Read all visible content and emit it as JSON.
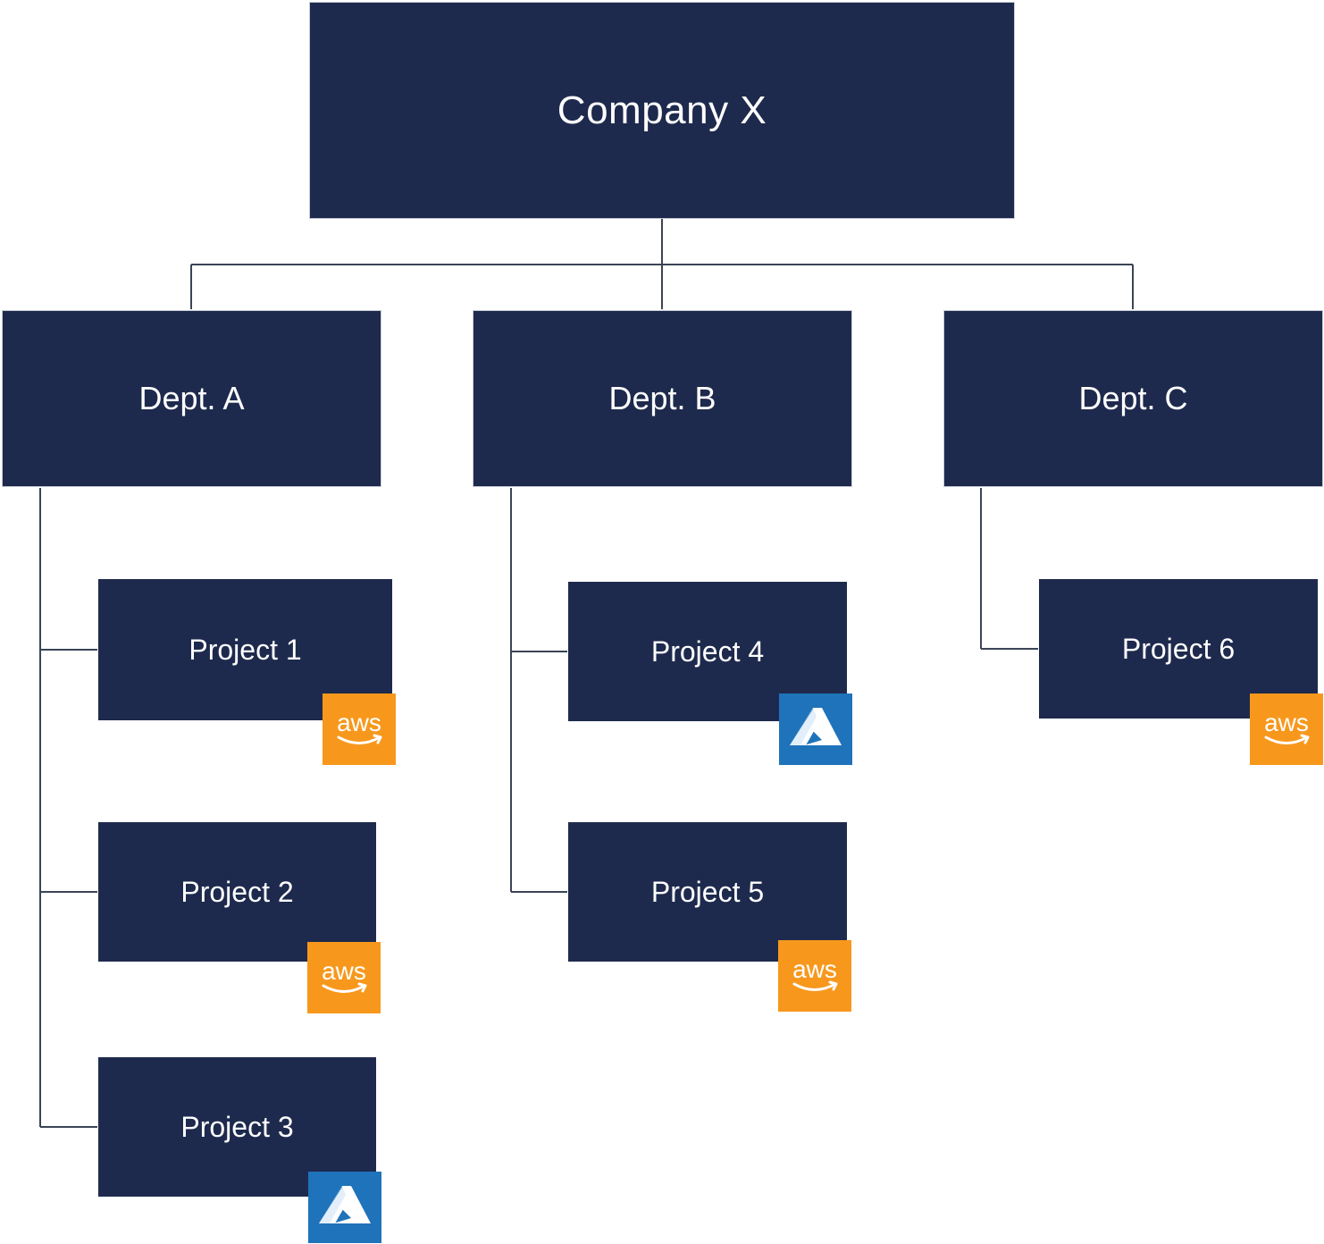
{
  "colors": {
    "node_fill": "#1e2a4d",
    "connector": "#3b4456",
    "aws_orange": "#f7981d",
    "azure_blue": "#1f73ba"
  },
  "root": {
    "label": "Company X"
  },
  "departments": [
    {
      "id": "a",
      "label": "Dept. A"
    },
    {
      "id": "b",
      "label": "Dept. B"
    },
    {
      "id": "c",
      "label": "Dept. C"
    }
  ],
  "projects": [
    {
      "id": "1",
      "label": "Project 1",
      "department": "a",
      "cloud": "aws"
    },
    {
      "id": "2",
      "label": "Project 2",
      "department": "a",
      "cloud": "aws"
    },
    {
      "id": "3",
      "label": "Project 3",
      "department": "a",
      "cloud": "azure"
    },
    {
      "id": "4",
      "label": "Project 4",
      "department": "b",
      "cloud": "azure"
    },
    {
      "id": "5",
      "label": "Project 5",
      "department": "b",
      "cloud": "aws"
    },
    {
      "id": "6",
      "label": "Project 6",
      "department": "c",
      "cloud": "aws"
    }
  ],
  "badges": {
    "aws": {
      "icon": "aws-logo-icon",
      "text": "aws"
    },
    "azure": {
      "icon": "azure-logo-icon"
    }
  }
}
